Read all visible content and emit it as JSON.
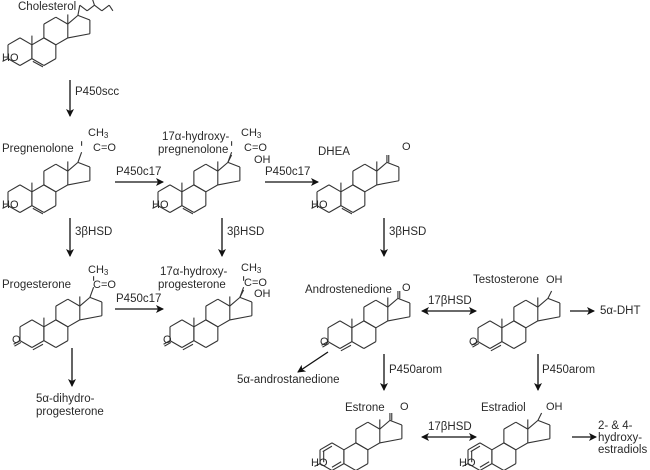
{
  "title": "Steroid hormone biosynthesis pathway",
  "compounds": {
    "cholesterol": "Cholesterol",
    "pregnenolone": "Pregnenolone",
    "hydroxypregnenolone_1": "17α-hydroxy-",
    "hydroxypregnenolone_2": "pregnenolone",
    "dhea": "DHEA",
    "progesterone": "Progesterone",
    "hydroxyprogesterone_1": "17α-hydroxy-",
    "hydroxyprogesterone_2": "progesterone",
    "androstenedione": "Androstenedione",
    "testosterone": "Testosterone",
    "dht": "5α-DHT",
    "androstanedione": "5α-androstanedione",
    "dihydroprogesterone_1": "5α-dihydro-",
    "dihydroprogesterone_2": "progesterone",
    "estrone": "Estrone",
    "estradiol": "Estradiol",
    "hydroxyestradiols_1": "2- & 4-",
    "hydroxyestradiols_2": "hydroxy-",
    "hydroxyestradiols_3": "estradiols"
  },
  "enzymes": {
    "scc": "P450scc",
    "c17_a": "P450c17",
    "c17_b": "P450c17",
    "c17_c": "P450c17",
    "hsd3_a": "3βHSD",
    "hsd3_b": "3βHSD",
    "hsd3_c": "3βHSD",
    "hsd17_a": "17βHSD",
    "hsd17_b": "17βHSD",
    "arom_a": "P450arom",
    "arom_b": "P450arom"
  },
  "atoms": {
    "ho": "HO",
    "o": "O",
    "oh": "OH",
    "ch3": "CH",
    "ch3_sub": "3",
    "co": "C=O"
  }
}
